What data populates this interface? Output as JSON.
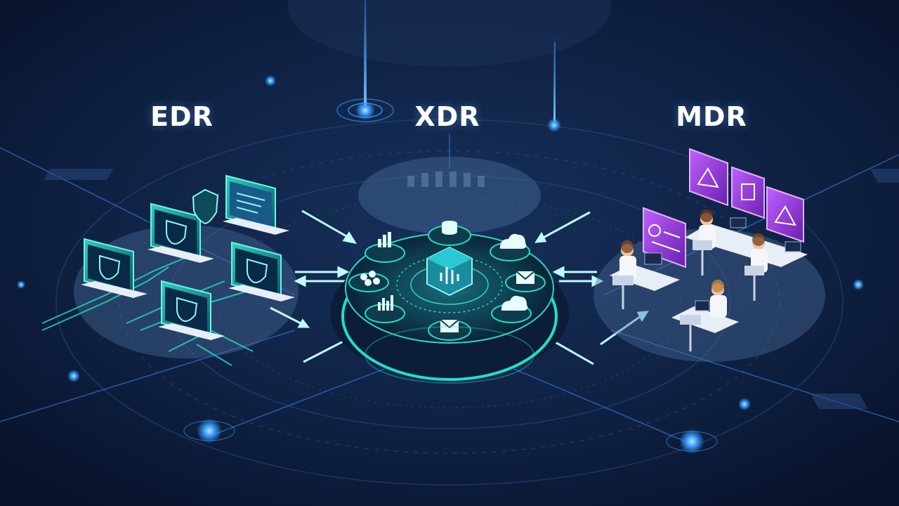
{
  "titles": {
    "edr": "EDR",
    "xdr": "XDR",
    "mdr": "MDR"
  },
  "colors": {
    "background": "#0b1730",
    "glow_blue": "#3aa0ff",
    "teal": "#26e0c8",
    "purple": "#a040e0",
    "text": "#ffffff"
  },
  "edr_cluster": {
    "devices": [
      "shielded-laptop",
      "shielded-laptop",
      "shielded-laptop",
      "shielded-laptop",
      "shielded-laptop"
    ],
    "badge_icon": "shield-icon"
  },
  "xdr_hub": {
    "center_icon": "data-platform-icon",
    "nodes": [
      "database-icon",
      "bar-chart-icon",
      "cloud-icon",
      "people-icon",
      "mail-icon",
      "analytics-icon",
      "mail-icon",
      "cloud-icon"
    ]
  },
  "mdr_cluster": {
    "analysts": 4,
    "alert_screens": [
      "warning-icon",
      "document-icon",
      "warning-icon",
      "alert-home-icon"
    ]
  }
}
